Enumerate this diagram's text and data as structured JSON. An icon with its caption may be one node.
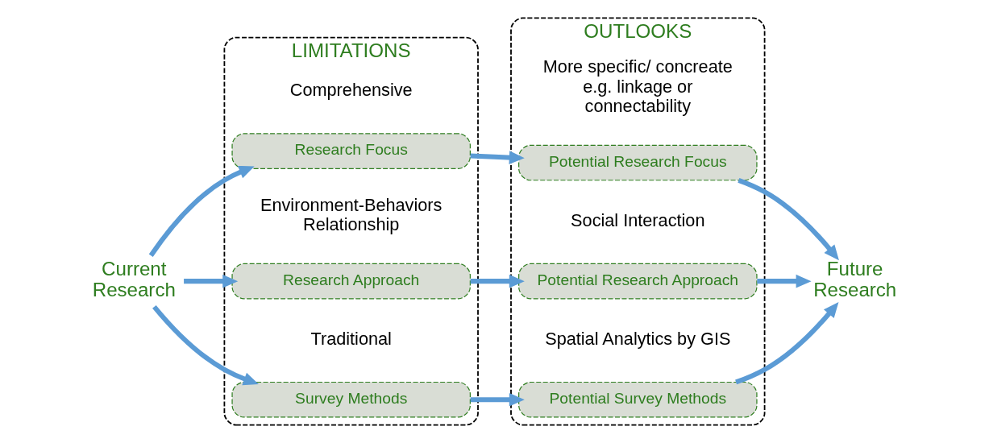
{
  "diagram": {
    "nodes": [
      {
        "text": [
          "Current Research"
        ]
      },
      {
        "text": [
          "LIMITATIONS"
        ]
      },
      {
        "text": [
          "Survey Methods"
        ],
        "in": 1,
        "beside": [
          "Traditional"
        ]
      },
      {
        "text": [
          "Research Approach"
        ],
        "in": 1,
        "beside": [
          "Environment-Behaviors Relationship"
        ]
      },
      {
        "text": [
          "Research Focus"
        ],
        "in": 1,
        "beside": [
          "Comprehensive"
        ]
      },
      {
        "text": [
          "OUTLOOKS"
        ]
      },
      {
        "text": [
          "Potential Survey Methods"
        ],
        "in": 5,
        "beside": [
          "Spatial Analytics by GIS"
        ]
      },
      {
        "text": [
          "Potential Research Approach"
        ],
        "in": 5,
        "beside": [
          "Social Interaction"
        ]
      },
      {
        "text": [
          "Potential Research Focus"
        ],
        "in": 5,
        "beside": [
          "More specific/ concreate e.g. linkage or connectability"
        ]
      },
      {
        "text": [
          "Future Research"
        ]
      }
    ],
    "edges": [
      {
        "from": 0,
        "to": 2,
        "arrow": "to"
      },
      {
        "from": 0,
        "to": 3,
        "arrow": "to"
      },
      {
        "from": 0,
        "to": 4,
        "arrow": "to"
      },
      {
        "from": 2,
        "to": 6,
        "arrow": "to"
      },
      {
        "from": 3,
        "to": 7,
        "arrow": "to"
      },
      {
        "from": 4,
        "to": 8,
        "arrow": "to"
      },
      {
        "from": 6,
        "to": 9,
        "arrow": "to"
      },
      {
        "from": 7,
        "to": 9,
        "arrow": "to"
      },
      {
        "from": 8,
        "to": 9,
        "arrow": "to"
      }
    ]
  }
}
